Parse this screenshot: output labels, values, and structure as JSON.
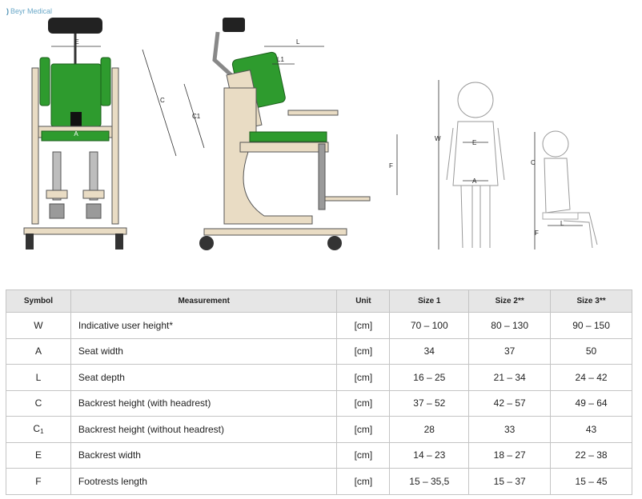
{
  "brand": {
    "name": "Beyr Medical"
  },
  "illustration": {
    "chair_front_labels": {
      "e": "E",
      "a": "A"
    },
    "chair_side_labels": {
      "l": "L",
      "l1": "L1",
      "c": "C",
      "c1": "C1",
      "f": "F"
    },
    "child_labels": {
      "w": "W",
      "e": "E",
      "a": "A",
      "c": "C",
      "l": "L",
      "f": "F"
    },
    "colors": {
      "cushion": "#2e9b2e",
      "wood": "#e9dcc4",
      "metal": "#9a9a9a",
      "headrest": "#222222"
    }
  },
  "table": {
    "headers": [
      "Symbol",
      "Measurement",
      "Unit",
      "Size 1",
      "Size 2**",
      "Size 3**"
    ],
    "rows": [
      {
        "symbol": "W",
        "measurement": "Indicative user height*",
        "unit": "[cm]",
        "s1": "70 – 100",
        "s2": "80 – 130",
        "s3": "90 – 150"
      },
      {
        "symbol": "A",
        "measurement": "Seat width",
        "unit": "[cm]",
        "s1": "34",
        "s2": "37",
        "s3": "50"
      },
      {
        "symbol": "L",
        "measurement": "Seat depth",
        "unit": "[cm]",
        "s1": "16 – 25",
        "s2": "21 – 34",
        "s3": "24 – 42"
      },
      {
        "symbol": "C",
        "measurement": "Backrest height (with headrest)",
        "unit": "[cm]",
        "s1": "37 – 52",
        "s2": "42 – 57",
        "s3": "49 – 64"
      },
      {
        "symbol": "C",
        "symbol_sub": "1",
        "measurement": "Backrest height (without headrest)",
        "unit": "[cm]",
        "s1": "28",
        "s2": "33",
        "s3": "43"
      },
      {
        "symbol": "E",
        "measurement": "Backrest width",
        "unit": "[cm]",
        "s1": "14 – 23",
        "s2": "18 – 27",
        "s3": "22 – 38"
      },
      {
        "symbol": "F",
        "measurement": "Footrests length",
        "unit": "[cm]",
        "s1": "15 – 35,5",
        "s2": "15 – 37",
        "s3": "15 – 45"
      }
    ]
  }
}
